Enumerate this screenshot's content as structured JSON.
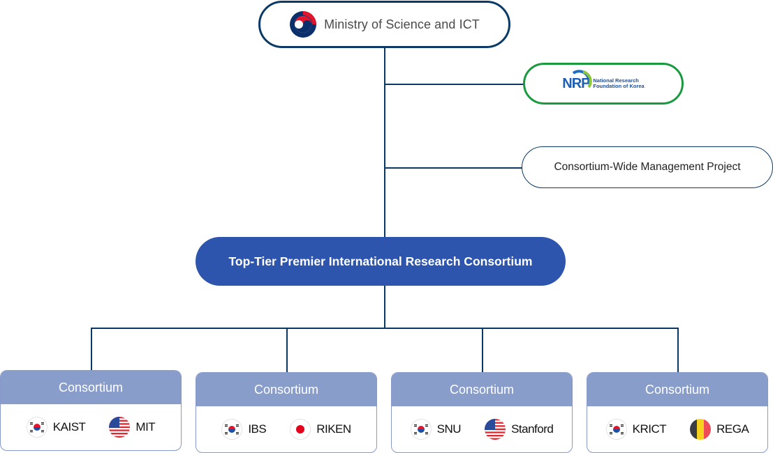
{
  "ministry": {
    "label": "Ministry of Science and ICT",
    "logo_icon": "korea-government-emblem"
  },
  "nrf": {
    "abbr": "NRF",
    "line1": "National Research",
    "line2": "Foundation of Korea",
    "logo_icon": "nrf-logo"
  },
  "management_project": {
    "label": "Consortium-Wide Management Project"
  },
  "top_tier": {
    "label": "Top-Tier Premier International Research Consortium"
  },
  "consortia": [
    {
      "title": "Consortium",
      "members": [
        {
          "name": "KAIST",
          "flag": "korea"
        },
        {
          "name": "MIT",
          "flag": "usa"
        }
      ]
    },
    {
      "title": "Consortium",
      "members": [
        {
          "name": "IBS",
          "flag": "korea"
        },
        {
          "name": "RIKEN",
          "flag": "japan"
        }
      ]
    },
    {
      "title": "Consortium",
      "members": [
        {
          "name": "SNU",
          "flag": "korea"
        },
        {
          "name": "Stanford",
          "flag": "usa"
        }
      ]
    },
    {
      "title": "Consortium",
      "members": [
        {
          "name": "KRICT",
          "flag": "korea"
        },
        {
          "name": "REGA",
          "flag": "belgium"
        }
      ]
    }
  ],
  "colors": {
    "navy": "#0b3a66",
    "green": "#1a9a3e",
    "primary_blue": "#2e55ad",
    "card_header": "#889dca"
  }
}
